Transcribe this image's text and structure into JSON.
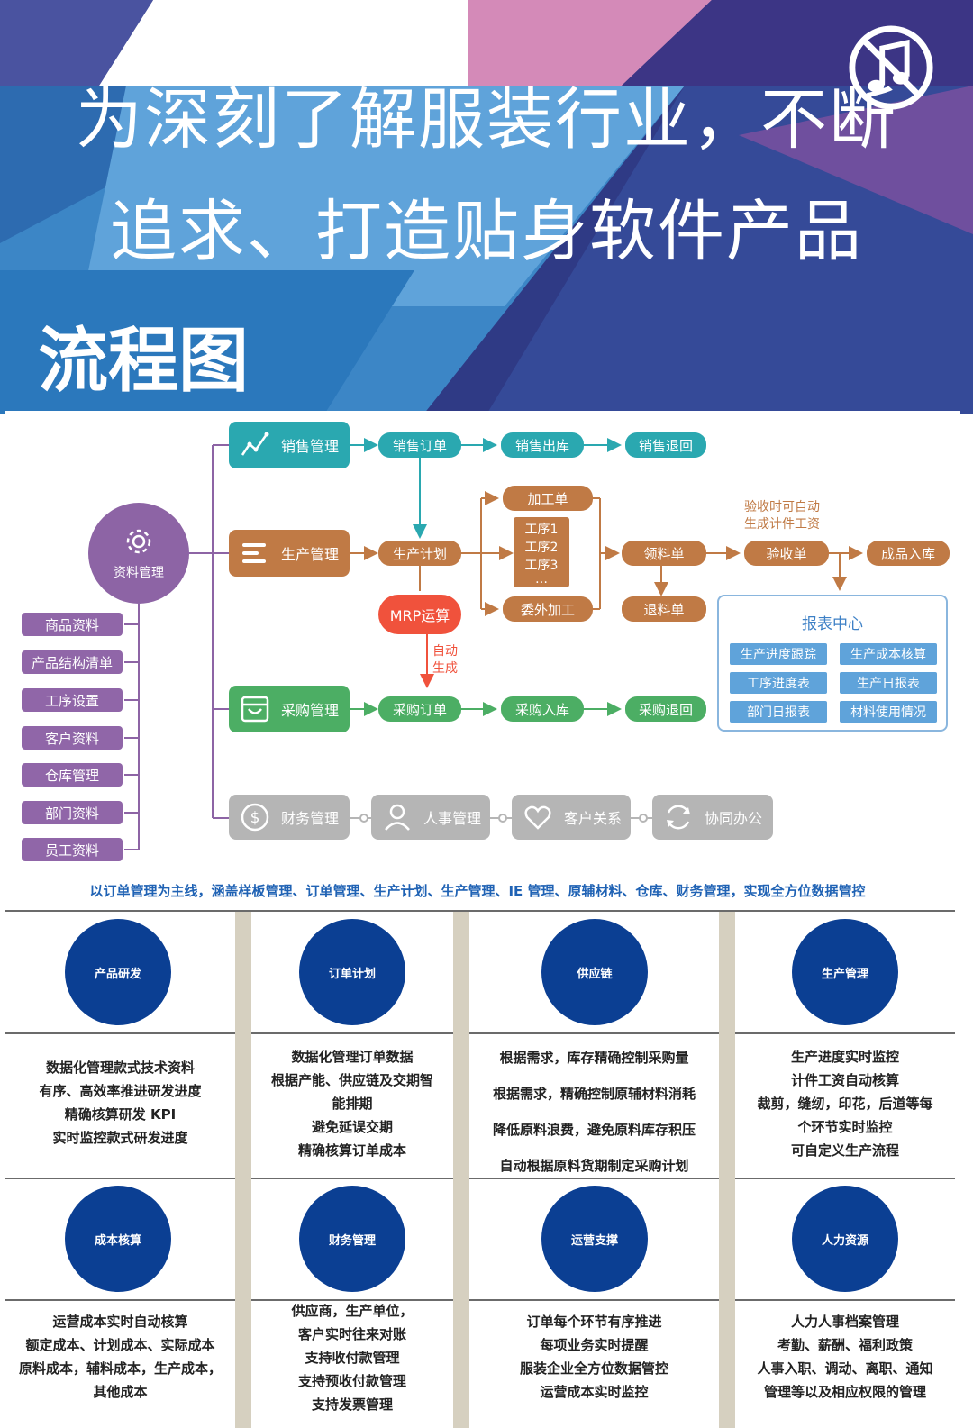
{
  "header": {
    "headline_line1": "为深刻了解服装行业，不断",
    "headline_line2": "追求、打造贴身软件产品",
    "section_title": "流程图",
    "icon": "music-off-icon",
    "colors": {
      "navy": "#2f3a85",
      "sky": "#5fa3da",
      "pink": "#d48ab8",
      "white": "#ffffff"
    }
  },
  "flow": {
    "hub_label": "资料管理",
    "hub_icon": "gear-icon",
    "master_data": [
      "商品资料",
      "产品结构清单",
      "工序设置",
      "客户资料",
      "仓库管理",
      "部门资料",
      "员工资料"
    ],
    "sales": {
      "module": "销售管理",
      "icon": "line-chart-icon",
      "order": "销售订单",
      "out": "销售出库",
      "return": "销售退回"
    },
    "production": {
      "module": "生产管理",
      "icon": "list-icon",
      "plan": "生产计划",
      "process_order": "加工单",
      "steps": [
        "工序1",
        "工序2",
        "工序3",
        "…"
      ],
      "outsource": "委外加工",
      "pick": "领料单",
      "return_material": "退料单",
      "inspect": "验收单",
      "inspect_note": [
        "验收时可自动",
        "生成计件工资"
      ],
      "finished": "成品入库"
    },
    "mrp": {
      "label": "MRP运算",
      "note": [
        "自动",
        "生成"
      ]
    },
    "purchase": {
      "module": "采购管理",
      "icon": "basket-icon",
      "order": "采购订单",
      "in": "采购入库",
      "return": "采购退回"
    },
    "report_center": {
      "title": "报表中心",
      "items": [
        "生产进度跟踪",
        "生产成本核算",
        "工序进度表",
        "生产日报表",
        "部门日报表",
        "材料使用情况"
      ]
    },
    "others": [
      {
        "label": "财务管理",
        "icon": "dollar-icon"
      },
      {
        "label": "人事管理",
        "icon": "person-icon"
      },
      {
        "label": "客户关系",
        "icon": "heart-icon"
      },
      {
        "label": "协同办公",
        "icon": "sync-icon"
      }
    ],
    "colors": {
      "teal": "#2aa8b0",
      "brown": "#c07a45",
      "green": "#4cae64",
      "purple": "#8d64a5",
      "red": "#f0523c",
      "gray": "#b5b5b5",
      "blue": "#5fa3da"
    }
  },
  "features": {
    "tagline": "以订单管理为主线，涵盖样板管理、订单管理、生产计划、生产管理、IE 管理、原辅材料、仓库、财务管理，实现全方位数据管控",
    "row1": [
      {
        "title": "产品研发",
        "lines": [
          "数据化管理款式技术资料",
          "有序、高效率推进研发进度",
          "精确核算研发 KPI",
          "实时监控款式研发进度"
        ]
      },
      {
        "title": "订单计划",
        "lines": [
          "数据化管理订单数据",
          "根据产能、供应链及交期智",
          "能排期",
          "避免延误交期",
          "精确核算订单成本"
        ]
      },
      {
        "title": "供应链",
        "lines": [
          "根据需求，库存精确控制采购量",
          "根据需求，精确控制原辅材料消耗",
          "降低原料浪费，避免原料库存积压",
          "自动根据原料货期制定采购计划"
        ]
      },
      {
        "title": "生产管理",
        "lines": [
          "生产进度实时监控",
          "计件工资自动核算",
          "裁剪，缝纫，印花，后道等每",
          "个环节实时监控",
          "可自定义生产流程"
        ]
      }
    ],
    "row2": [
      {
        "title": "成本核算",
        "lines": [
          "运营成本实时自动核算",
          "额定成本、计划成本、实际成本",
          "原料成本，辅料成本，生产成本，",
          "其他成本"
        ]
      },
      {
        "title": "财务管理",
        "lines": [
          "供应商，生产单位，",
          "客户实时往来对账",
          "支持收付款管理",
          "支持预收付款管理",
          "支持发票管理"
        ]
      },
      {
        "title": "运营支撑",
        "lines": [
          "订单每个环节有序推进",
          "每项业务实时提醒",
          "服装企业全方位数据管控",
          "运营成本实时监控"
        ]
      },
      {
        "title": "人力资源",
        "lines": [
          "人力人事档案管理",
          "考勤、薪酬、福利政策",
          "人事入职、调动、离职、通知",
          "管理等以及相应权限的管理"
        ]
      }
    ],
    "circle_color": "#0b3f93"
  }
}
